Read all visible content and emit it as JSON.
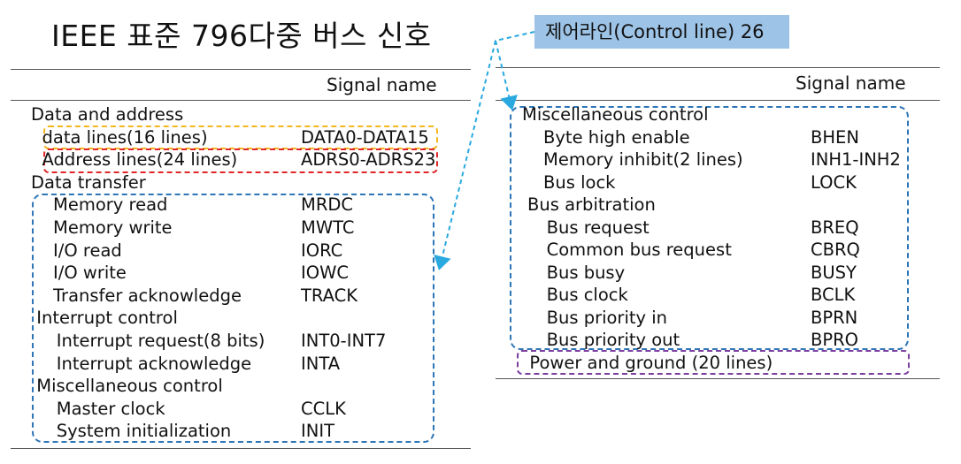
{
  "title": "IEEE 표준 796다중 버스 신호",
  "callout": "제어라인(Control line) 26",
  "signal_header": "Signal name",
  "left": [
    {
      "label": "Data and address",
      "signal": "",
      "indent": 0
    },
    {
      "label": "data lines(16 lines)",
      "signal": "DATA0-DATA15",
      "indent": 1
    },
    {
      "label": "Address lines(24 lines)",
      "signal": "ADRS0-ADRS23",
      "indent": 1
    },
    {
      "label": "Data transfer",
      "signal": "",
      "indent": 0
    },
    {
      "label": "Memory read",
      "signal": "MRDC",
      "indent": 2
    },
    {
      "label": "Memory write",
      "signal": "MWTC",
      "indent": 2
    },
    {
      "label": "I/O read",
      "signal": "IORC",
      "indent": 2
    },
    {
      "label": "I/O write",
      "signal": "IOWC",
      "indent": 2
    },
    {
      "label": "Transfer acknowledge",
      "signal": "TRACK",
      "indent": 2
    },
    {
      "label": "Interrupt control",
      "signal": "",
      "indent": 0.5
    },
    {
      "label": "Interrupt request(8 bits)",
      "signal": "INT0-INT7",
      "indent": 2.3
    },
    {
      "label": "Interrupt acknowledge",
      "signal": "INTA",
      "indent": 2.3
    },
    {
      "label": "Miscellaneous control",
      "signal": "",
      "indent": 0.5
    },
    {
      "label": "Master clock",
      "signal": "CCLK",
      "indent": 2.3
    },
    {
      "label": "System initialization",
      "signal": "INIT",
      "indent": 2.3
    }
  ],
  "right": [
    {
      "label": "Miscellaneous control",
      "signal": "",
      "indent": 0
    },
    {
      "label": "Byte high enable",
      "signal": "BHEN",
      "indent": 2
    },
    {
      "label": "Memory inhibit(2 lines)",
      "signal": "INH1-INH2",
      "indent": 2
    },
    {
      "label": "Bus lock",
      "signal": "LOCK",
      "indent": 2
    },
    {
      "label": "Bus arbitration",
      "signal": "",
      "indent": 0.5
    },
    {
      "label": "Bus request",
      "signal": "BREQ",
      "indent": 2.3
    },
    {
      "label": "Common bus request",
      "signal": "CBRQ",
      "indent": 2.3
    },
    {
      "label": "Bus busy",
      "signal": "BUSY",
      "indent": 2.3
    },
    {
      "label": "Bus clock",
      "signal": "BCLK",
      "indent": 2.3
    },
    {
      "label": "Bus priority in",
      "signal": "BPRN",
      "indent": 2.3
    },
    {
      "label": "Bus priority out",
      "signal": "BPRO",
      "indent": 2.3
    },
    {
      "label": "Power and ground (20 lines)",
      "signal": "",
      "indent": 0.7
    }
  ],
  "colors": {
    "data_lines_box": "#f2b61e",
    "address_lines_box": "#e0262a",
    "control_box": "#2e75b6",
    "power_box": "#7b3fa0",
    "callout_bg": "#9dc3e6",
    "arrow": "#29a9e0"
  }
}
